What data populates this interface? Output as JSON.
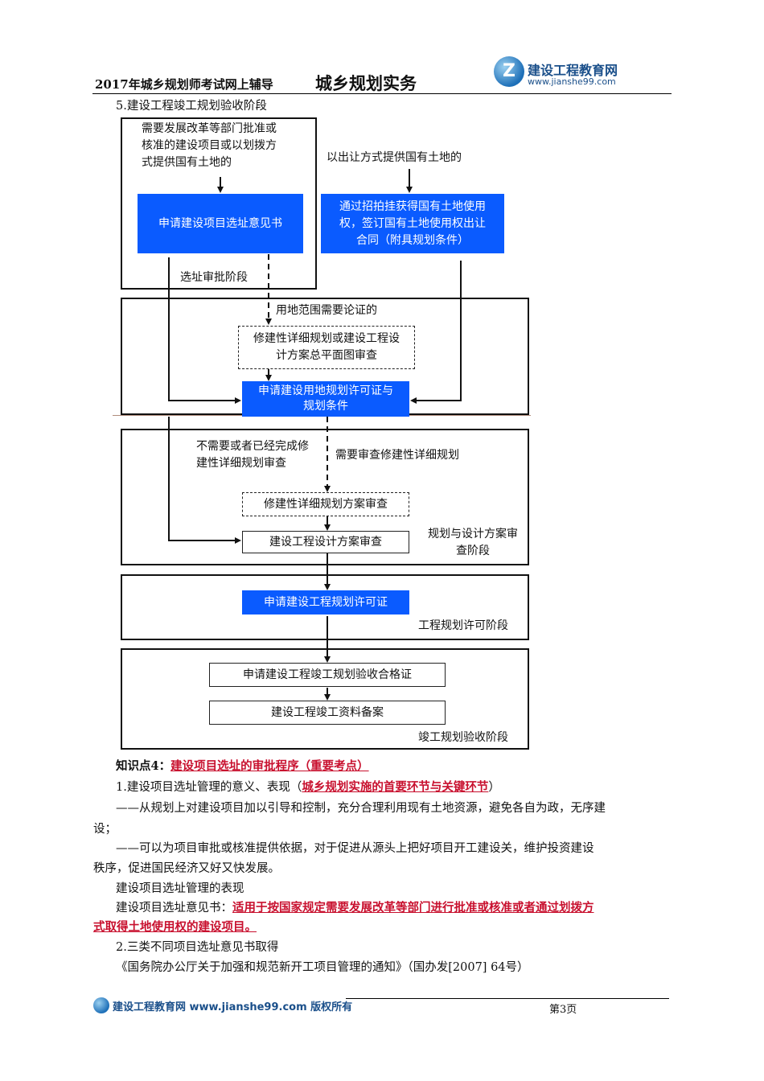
{
  "header": {
    "exam_title": "2017年城乡规划师考试网上辅导",
    "subject": "城乡规划实务",
    "logo_name": "建设工程教育网",
    "logo_url": "www.jianshe99.com",
    "logo_mark": "Z"
  },
  "section_heading": "5.建设工程竣工规划验收阶段",
  "flowchart": {
    "top_left_text": "需要发展改革等部门批准或核准的建设项目或以划拨方式提供国有土地的",
    "top_left_lines": [
      "需要发展改革等部门批准或",
      "核准的建设项目或以划拨方",
      "式提供国有土地的"
    ],
    "top_right_text": "以出让方式提供国有土地的",
    "box_site_opinion": "申请建设项目选址意见书",
    "box_auction_lines": [
      "通过招拍挂获得国有土地使用",
      "权，签订国有土地使用权出让",
      "合同（附具规划条件）"
    ],
    "label_site_stage": "选址审批阶段",
    "label_land_scope": "用地范围需要论证的",
    "box_site_plan_lines": [
      "修建性详细规划或建设工程设",
      "计方案总平面图审查"
    ],
    "box_land_permit_lines": [
      "申请建设用地规划许可证与",
      "规划条件"
    ],
    "label_no_need_lines": [
      "不需要或者已经完成修",
      "建性详细规划审查"
    ],
    "label_need_review": "需要审查修建性详细规划",
    "box_detail_review": "修建性详细规划方案审查",
    "box_design_review": "建设工程设计方案审查",
    "label_design_stage_lines": [
      "规划与设计方案审",
      "查阶段"
    ],
    "box_eng_permit": "申请建设工程规划许可证",
    "label_eng_stage": "工程规划许可阶段",
    "box_completion_cert": "申请建设工程竣工规划验收合格证",
    "box_records": "建设工程竣工资料备案",
    "label_completion_stage": "竣工规划验收阶段"
  },
  "knowledge": {
    "kp_label": "知识点4：",
    "kp_title": "建设项目选址的审批程序（重要考点）",
    "p1_prefix": "1.建设项目选址管理的意义、表现（",
    "p1_red": "城乡规划实施的首要环节与关键环节",
    "p1_suffix": "）",
    "p2_line1": "——从规划上对建设项目加以引导和控制，充分合理利用现有土地资源，避免各自为政，无序建",
    "p2_line2": "设；",
    "p3_line1": "——可以为项目审批或核准提供依据，对于促进从源头上把好项目开工建设关，维护投资建设",
    "p3_line2": "秩序，促进国民经济又好又快发展。",
    "p4": "建设项目选址管理的表现",
    "p5_prefix": "建设项目选址意见书：",
    "p5_red_line1": "适用于按国家规定需要发展改革等部门进行批准或核准或者通过划拨方",
    "p5_red_line2": "式取得土地使用权的建设项目。",
    "p6": "2.三类不同项目选址意见书取得",
    "p7": "《国务院办公厅关于加强和规范新开工项目管理的通知》（国办发[2007] 64号）"
  },
  "footer": {
    "site_text": "建设工程教育网 www.jianshe99.com 版权所有",
    "page": "第3页"
  }
}
